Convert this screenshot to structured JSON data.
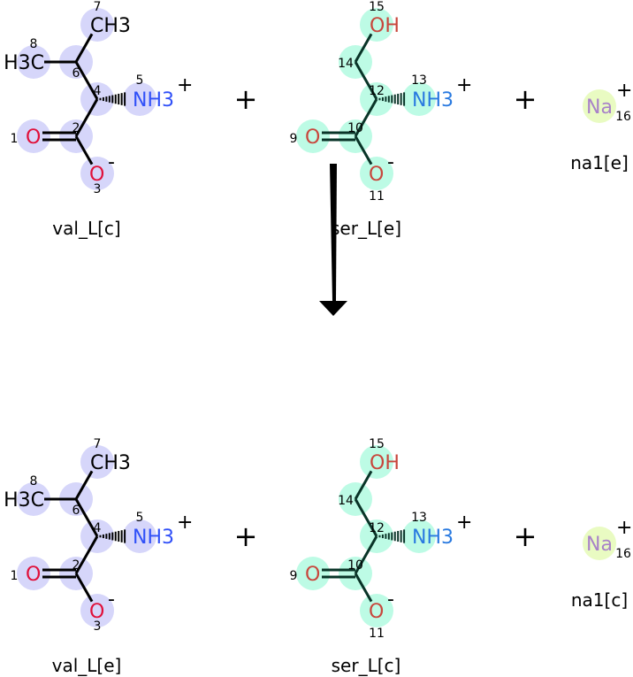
{
  "colors": {
    "val_highlight": "#d6d6fa",
    "ser_highlight": "#bdfbe5",
    "na_highlight": "#e9fbc2",
    "val_oxygen": "#e0103a",
    "ser_oxygen": "#c8463c",
    "val_nitrogen": "#3050f8",
    "ser_nitrogen": "#2a7ae0",
    "sodium": "#a882c8",
    "val_bond": "#000000",
    "ser_bond": "#0a3428"
  },
  "reactants": {
    "val": {
      "name": "val_L[c]",
      "atoms": {
        "1": "O",
        "3": "O",
        "5": "NH3",
        "7": "CH3",
        "8": "H3C"
      },
      "charges": {
        "3": "-",
        "5": "+"
      }
    },
    "ser": {
      "name": "ser_L[e]",
      "atoms": {
        "9": "O",
        "11": "O",
        "13": "NH3",
        "15": "OH"
      },
      "charges": {
        "11": "-",
        "13": "+"
      }
    },
    "na": {
      "name": "na1[e]",
      "label": "Na",
      "index": "16",
      "charge": "+"
    }
  },
  "products": {
    "val": {
      "name": "val_L[e]",
      "atoms": {
        "1": "O",
        "3": "O",
        "5": "NH3",
        "7": "CH3",
        "8": "H3C"
      },
      "charges": {
        "3": "-",
        "5": "+"
      }
    },
    "ser": {
      "name": "ser_L[c]",
      "atoms": {
        "9": "O",
        "11": "O",
        "13": "NH3",
        "15": "OH"
      },
      "charges": {
        "11": "-",
        "13": "+"
      }
    },
    "na": {
      "name": "na1[c]",
      "label": "Na",
      "index": "16",
      "charge": "+"
    }
  },
  "plus_sign": "+",
  "arrow": "reaction-arrow"
}
